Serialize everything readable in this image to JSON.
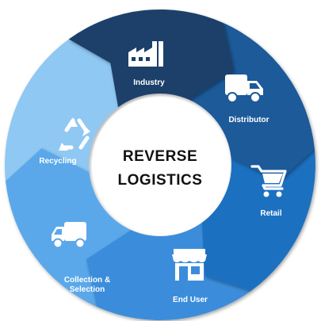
{
  "diagram": {
    "center_title": [
      "REVERSE",
      "LOGISTICS"
    ],
    "stages": [
      {
        "label": [
          "Industry"
        ],
        "icon": "factory-icon",
        "color": "#1b3f6a"
      },
      {
        "label": [
          "Distributor"
        ],
        "icon": "delivery-truck-icon",
        "color": "#1d5a99"
      },
      {
        "label": [
          "Retail"
        ],
        "icon": "shopping-cart-icon",
        "color": "#1f6fc0"
      },
      {
        "label": [
          "End User"
        ],
        "icon": "storefront-icon",
        "color": "#3b8ddb"
      },
      {
        "label": [
          "Collection &",
          "Selection"
        ],
        "icon": "delivery-truck-icon",
        "color": "#5aa8ea"
      },
      {
        "label": [
          "Recycling"
        ],
        "icon": "recycle-icon",
        "color": "#8fc8f3"
      }
    ]
  }
}
